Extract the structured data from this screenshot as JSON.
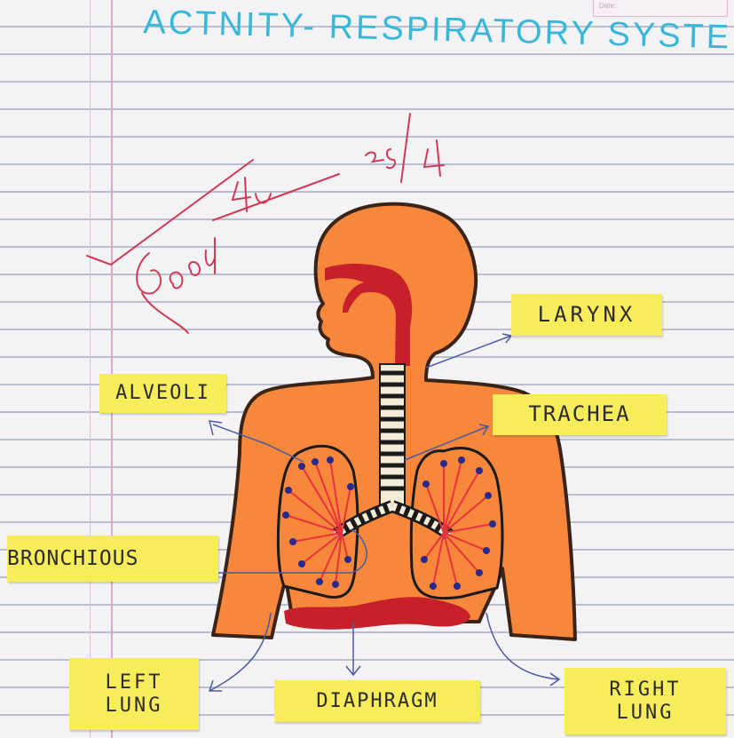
{
  "page": {
    "title": "ACTNITY- RESPIRATORY SYSTE",
    "date_label": "Date:"
  },
  "labels": {
    "larynx": "LARYNX",
    "alveoli": "ALVEOLI",
    "trachea": "TRACHEA",
    "bronchious": "BRONCHIOUS",
    "left_lung": "LEFT\nLUNG",
    "diaphragm": "DIAPHRAGM",
    "right_lung": "RIGHT\nLUNG"
  },
  "teacher_marks": {
    "signature_text": "Good 4u 25/4"
  },
  "colors": {
    "paper": "#f3f3f6",
    "ruled_line": "#b9bfd0",
    "title_blue": "#39b7d8",
    "body_orange": "#f7873b",
    "airway_red": "#c8202b",
    "label_yellow": "#f7ec5a",
    "pen_red": "#d13a55",
    "arrow_blue": "#4a5aa0",
    "alveoli_blue": "#2a2a8a",
    "bronchi_red": "#e8323c"
  }
}
